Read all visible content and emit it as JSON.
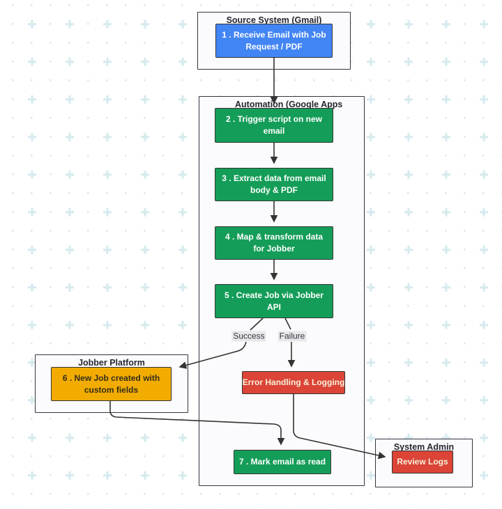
{
  "diagram": {
    "type": "flowchart",
    "clusters": [
      {
        "id": "source",
        "title": "Source System (Gmail)"
      },
      {
        "id": "automation",
        "title": "Automation (Google Apps"
      },
      {
        "id": "jobber",
        "title": "Jobber Platform"
      },
      {
        "id": "admin",
        "title": "System Admin"
      }
    ],
    "nodes": [
      {
        "id": "n1",
        "label": "1 . Receive Email with Job Request / PDF",
        "fill": "#4285f4",
        "text_color": "#ffffff"
      },
      {
        "id": "n2",
        "label": "2 . Trigger script on new email",
        "fill": "#149d58",
        "text_color": "#ffffff"
      },
      {
        "id": "n3",
        "label": "3 . Extract data from email body & PDF",
        "fill": "#149d58",
        "text_color": "#ffffff"
      },
      {
        "id": "n4",
        "label": "4 . Map & transform data for Jobber",
        "fill": "#149d58",
        "text_color": "#ffffff"
      },
      {
        "id": "n5",
        "label": "5 . Create Job via Jobber API",
        "fill": "#149d58",
        "text_color": "#ffffff"
      },
      {
        "id": "n6",
        "label": "6 . New Job created with custom fields",
        "fill": "#f2ac00",
        "text_color": "#332d1a"
      },
      {
        "id": "nerr",
        "label": "Error Handling & Logging",
        "fill": "#db4437",
        "text_color": "#f7f0da"
      },
      {
        "id": "n7",
        "label": "7 . Mark email as read",
        "fill": "#149d58",
        "text_color": "#ffffff"
      },
      {
        "id": "nrev",
        "label": "Review Logs",
        "fill": "#db4437",
        "text_color": "#f7f0da"
      }
    ],
    "edge_labels": [
      {
        "id": "success",
        "text": "Success",
        "bg": "#e8e8e8"
      },
      {
        "id": "failure",
        "text": "Failure",
        "bg": "#e8e8e8"
      }
    ],
    "edges": [
      "n1 -> n2",
      "n2 -> n3",
      "n3 -> n4",
      "n4 -> n5",
      "n5 -Success-> n6",
      "n5 -Failure-> nerr",
      "n6 -> n7",
      "nerr -> nrev"
    ],
    "colors": {
      "edge_stroke": "#333333",
      "cluster_bg": "#fbfbfd",
      "cluster_border": "#343440",
      "pattern_dots": "#d7ebee",
      "node_border": "#333333"
    }
  }
}
